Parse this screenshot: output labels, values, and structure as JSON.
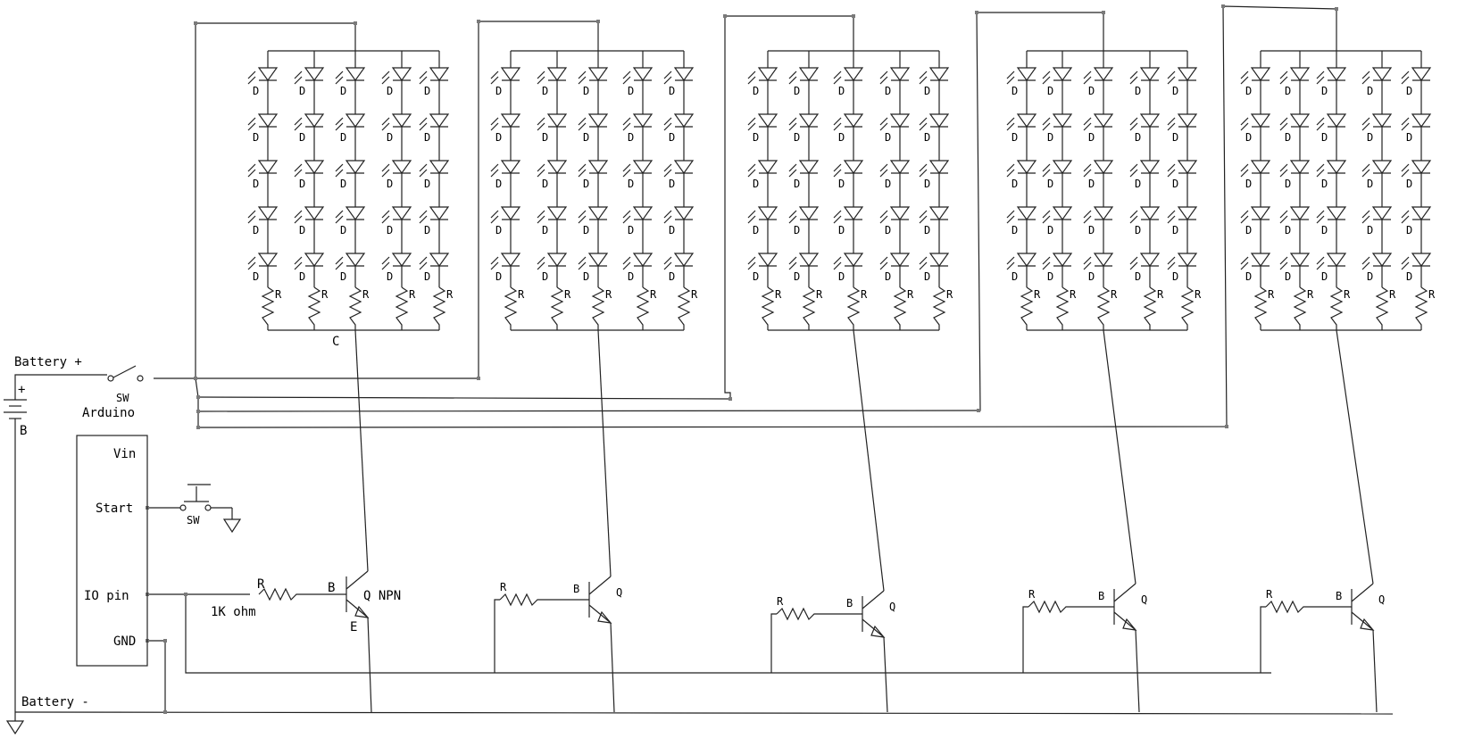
{
  "battery": {
    "plus_label": "Battery +",
    "minus_label": "Battery -",
    "plus_sign": "+",
    "ref": "B"
  },
  "power_switch": {
    "ref": "SW"
  },
  "arduino": {
    "title": "Arduino",
    "pins": [
      "Vin",
      "Start",
      "IO pin",
      "GND"
    ]
  },
  "start_switch": {
    "ref": "SW"
  },
  "first_stage": {
    "collector_ref": "C",
    "base_ref": "B",
    "emitter_ref": "E",
    "transistor_label": "Q NPN",
    "base_resistor_ref": "R",
    "base_resistor_value": "1K ohm"
  },
  "stage_labels": {
    "resistor": "R",
    "base": "B",
    "transistor": "Q"
  },
  "led_array": {
    "led_ref": "D",
    "resistor_ref": "R",
    "banks": 5,
    "rows": 5,
    "columns": 5
  }
}
